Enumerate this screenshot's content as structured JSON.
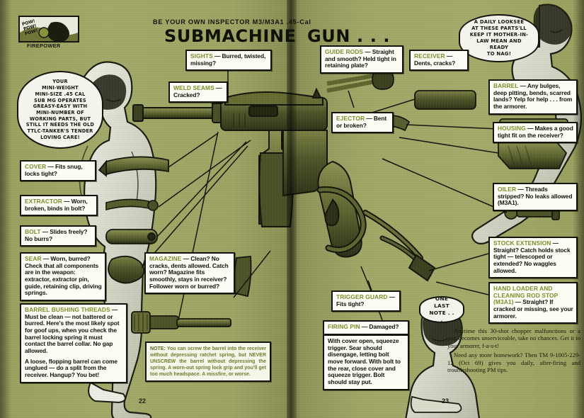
{
  "meta": {
    "kicker": "BE YOUR OWN INSPECTOR M3/M3A1 .45-Cal",
    "title_left": "SUBMACHINE",
    "title_right": "GUN . . .",
    "page_left": "22",
    "page_right": "23",
    "firepower_label": "FIREPOWER",
    "sfx": "POW! POW! POW!"
  },
  "colors": {
    "paper": "#9ea464",
    "ink": "#14160d",
    "keyword": "#7e8b2a",
    "box": "#fdfdf6",
    "note_text": "#6f7c2b",
    "steel": "#5d6331"
  },
  "balloons": [
    {
      "name": "tanker-balloon",
      "lines": [
        "YOUR",
        "MINI-WEIGHT",
        "MINI-SIZE .45 CAL",
        "SUB MG OPERATES",
        "GREASY-EASY WITH",
        "MINI-NUMBER OF",
        "WORKING PARTS, BUT",
        "STILL IT NEEDS THE OLD",
        "TTLC-TANKER'S TENDER",
        "LOVING CARE!"
      ]
    },
    {
      "name": "looksee-balloon",
      "lines": [
        "A DAILY LOOKSEE",
        "AT THESE PARTS'LL",
        "KEEP IT MOTHER-IN-",
        "LAW MEAN AND READY",
        "TO NAG!"
      ]
    },
    {
      "name": "one-last-note-balloon",
      "lines": [
        "ONE LAST",
        "NOTE . . ."
      ]
    }
  ],
  "callouts": [
    {
      "id": "sights",
      "keyword": "SIGHTS",
      "body": " — Burred, twisted, missing?"
    },
    {
      "id": "weld-seams",
      "keyword": "WELD SEAMS",
      "body": " — Cracked?"
    },
    {
      "id": "cover",
      "keyword": "COVER",
      "body": " — Fits snug, locks tight?"
    },
    {
      "id": "extractor",
      "keyword": "EXTRACTOR",
      "body": " — Worn, broken, binds in bolt?"
    },
    {
      "id": "bolt",
      "keyword": "BOLT",
      "body": " — Slides freely? No burrs?"
    },
    {
      "id": "sear",
      "keyword": "SEAR",
      "body": " — Worn, burred? Check that all components are in the weapon: extractor, extractor pin, guide, retaining clip, driving springs."
    },
    {
      "id": "barrel-bushing-threads",
      "keyword": "BARREL BUSHING THREADS",
      "body": " — Must be clean — not battered or burred. Here's the most likely spot for goof ups, when you check the barrel locking spring it must contact the barrel collar. No gap allowed.",
      "body2": "A loose, flopping barrel can come unglued — do a split from the receiver. Hangup? You bet!"
    },
    {
      "id": "magazine",
      "keyword": "MAGAZINE",
      "body": " — Clean? No cracks, dents allowed. Catch worn? Magazine fits smoothly, stays in receiver? Follower worn or burred?"
    },
    {
      "id": "guide-rods",
      "keyword": "GUIDE RODS",
      "body": " — Straight and smooth? Held tight in retaining plate?"
    },
    {
      "id": "receiver",
      "keyword": "RECEIVER",
      "body": " — Dents, cracks?"
    },
    {
      "id": "ejector",
      "keyword": "EJECTOR",
      "body": " — Bent or broken?"
    },
    {
      "id": "barrel",
      "keyword": "BARREL",
      "body": " — Any bulges, deep pitting, bends, scarred lands? Yelp for help . . . from the armorer."
    },
    {
      "id": "housing",
      "keyword": "HOUSING",
      "body": " — Makes a good tight fit on the receiver?"
    },
    {
      "id": "oiler",
      "keyword": "OILER",
      "body": " — Threads stripped? No leaks allowed (M3A1)."
    },
    {
      "id": "stock-extension",
      "keyword": "STOCK EXTENSION",
      "body": " — Straight? Catch holds stock tight — telescoped or extended? No waggles allowed."
    },
    {
      "id": "hand-loader",
      "keyword": "HAND LOADER AND CLEANING ROD STOP (M3A1)",
      "body": " — Straight? If cracked or missing, see your armorer."
    },
    {
      "id": "trigger-guard",
      "keyword": "TRIGGER GUARD",
      "body": " — Fits tight?"
    },
    {
      "id": "firing-pin",
      "keyword": "FIRING PIN",
      "body": " — Damaged?"
    }
  ],
  "firing_pin_detail": "With cover open, squeeze trigger. Sear should disengage, letting bolt move forward. With bolt to the rear, close cover and squeeze trigger. Bolt should stay put.",
  "note": {
    "lead": "NOTE:",
    "text": " You can screw the barrel into the receiver without depressing ratchet spring, but NEVER UNSCREW the barrel without depressing the spring. A worn-out spring lock grip and you'll get too much headspace. A missfire, or worse."
  },
  "closing": [
    "Anytime this 30-shot chopper malfunctions or a part becomes unserviceable, take no chances. Get it to your armorer, f-a-s-t!",
    "Need any more homework? Then TM 9-1005-229-12 (Oct 69) gives you daily, after-firing and troubleshooting PM tips."
  ]
}
